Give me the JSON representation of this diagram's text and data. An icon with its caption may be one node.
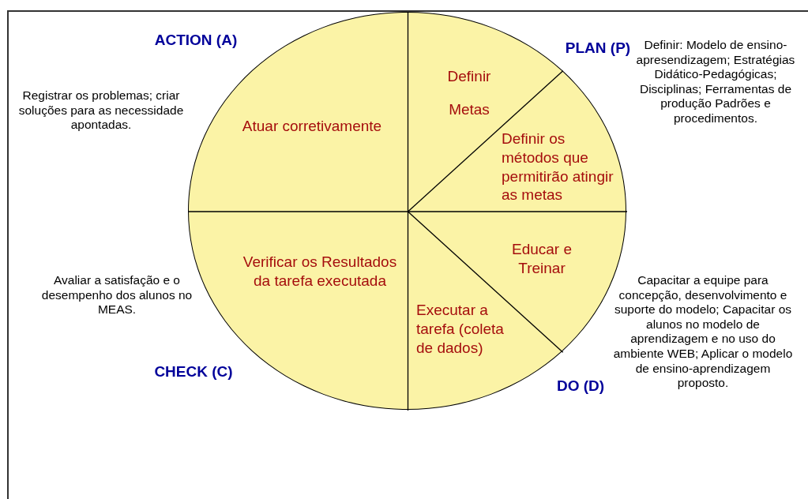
{
  "diagram": {
    "nodes": [
      {
        "text": [],
        "shape": "circle"
      },
      {
        "text": [
          "Definir Metas"
        ],
        "in": 0
      },
      {
        "text": [
          "Atuar corretivamente"
        ],
        "in": 0
      },
      {
        "text": [
          "Definir os métodos que permitirão atingir as metas"
        ],
        "in": 0
      },
      {
        "text": [
          "Verificar os Resultados da tarefa executada"
        ],
        "in": 0
      },
      {
        "text": [
          "Educar e Treinar"
        ],
        "in": 0
      },
      {
        "text": [
          "Executar a tarefa (coleta de dados)"
        ],
        "in": 0
      }
    ],
    "labels": [
      "ACTION (A)",
      "PLAN (P)",
      "Definir: Modelo de ensino-apresendizagem; Estratégias Didático-Pedagógicas; Disciplinas; Ferramentas de produção Padrões e procedimentos.",
      "Registrar os problemas; criar soluções para as necessidade apontadas.",
      "Avaliar a satisfação e o desempenho dos alunos no MEAS.",
      "Capacitar a equipe para concepção, desenvolvimento e suporte do modelo; Capacitar os alunos no modelo de aprendizagem e no uso do ambiente WEB; Aplicar o modelo de ensino-aprendizagem proposto.",
      "CHECK (C)",
      "DO (D)"
    ]
  }
}
